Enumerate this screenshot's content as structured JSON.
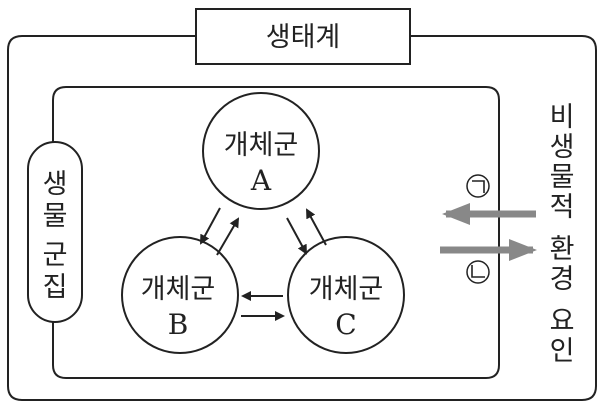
{
  "title": "생태계",
  "community_label": [
    "생",
    "물",
    "군",
    "집"
  ],
  "populations": [
    {
      "id": "A",
      "line1": "개체군",
      "line2": "A"
    },
    {
      "id": "B",
      "line1": "개체군",
      "line2": "B"
    },
    {
      "id": "C",
      "line1": "개체군",
      "line2": "C"
    }
  ],
  "abiotic_label": [
    "비",
    "생",
    "물",
    "적",
    "환",
    "경",
    "요",
    "인"
  ],
  "arrows": {
    "a_label": "㉠",
    "b_label": "㉡"
  },
  "colors": {
    "line": "#222222",
    "grey_arrow": "#888888"
  }
}
